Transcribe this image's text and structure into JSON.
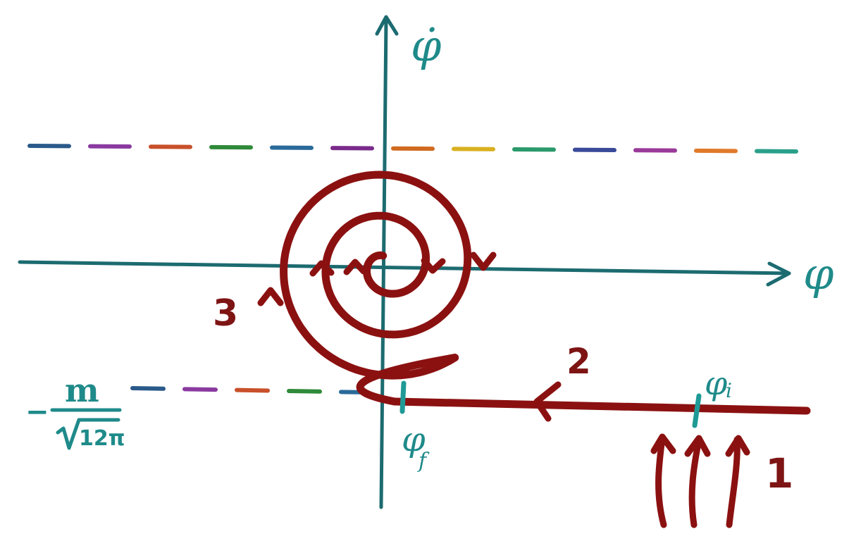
{
  "labels": {
    "y_axis": "φ̇",
    "x_axis": "φ",
    "phi_i": "φ",
    "phi_i_sub": "i",
    "phi_f": "φ",
    "phi_f_sub": "f",
    "neg_sign": "−",
    "numerator": "m",
    "denominator": "12π",
    "stage_1": "1",
    "stage_2": "2",
    "stage_3": "3"
  },
  "colors": {
    "trajectory": "#8b1111",
    "axes": "#1c6b70",
    "labels_teal": "#1f8a8a",
    "labels_red": "#7e1414",
    "dashes": [
      "#2a5a8a",
      "#8a3aa0",
      "#c8502a",
      "#2f8a3a",
      "#2a6a9a",
      "#7a2a8a",
      "#d06a20",
      "#d9b020",
      "#2a9a6a",
      "#3a4a9a",
      "#9a3a9a",
      "#e07a2a",
      "#2aa08a",
      "#c0a020",
      "#6a2a8a"
    ]
  }
}
